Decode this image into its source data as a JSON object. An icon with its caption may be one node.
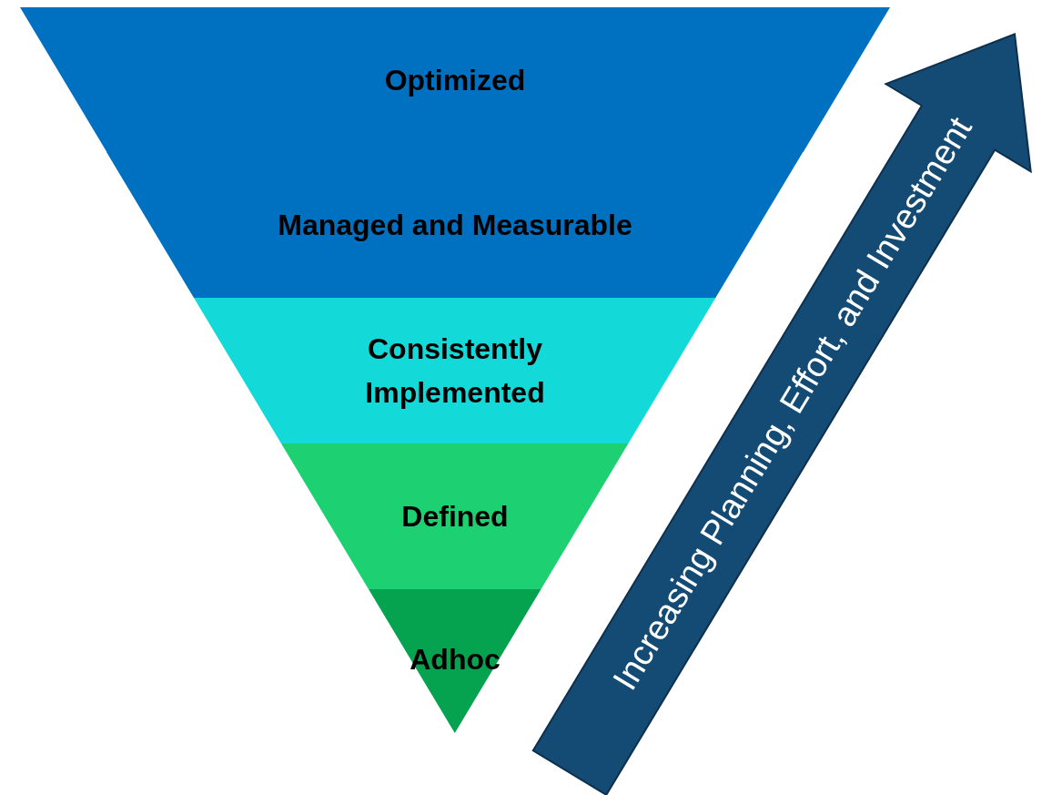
{
  "diagram": {
    "nodes": [
      {
        "text": [
          "Optimized"
        ]
      },
      {
        "text": [
          "Managed and Measurable"
        ]
      },
      {
        "text": [
          "Consistently Implemented"
        ]
      },
      {
        "text": [
          "Defined"
        ]
      },
      {
        "text": [
          "Adhoc"
        ]
      },
      {
        "text": [
          "Increasing Planning, Effort, and Investment"
        ]
      }
    ]
  }
}
